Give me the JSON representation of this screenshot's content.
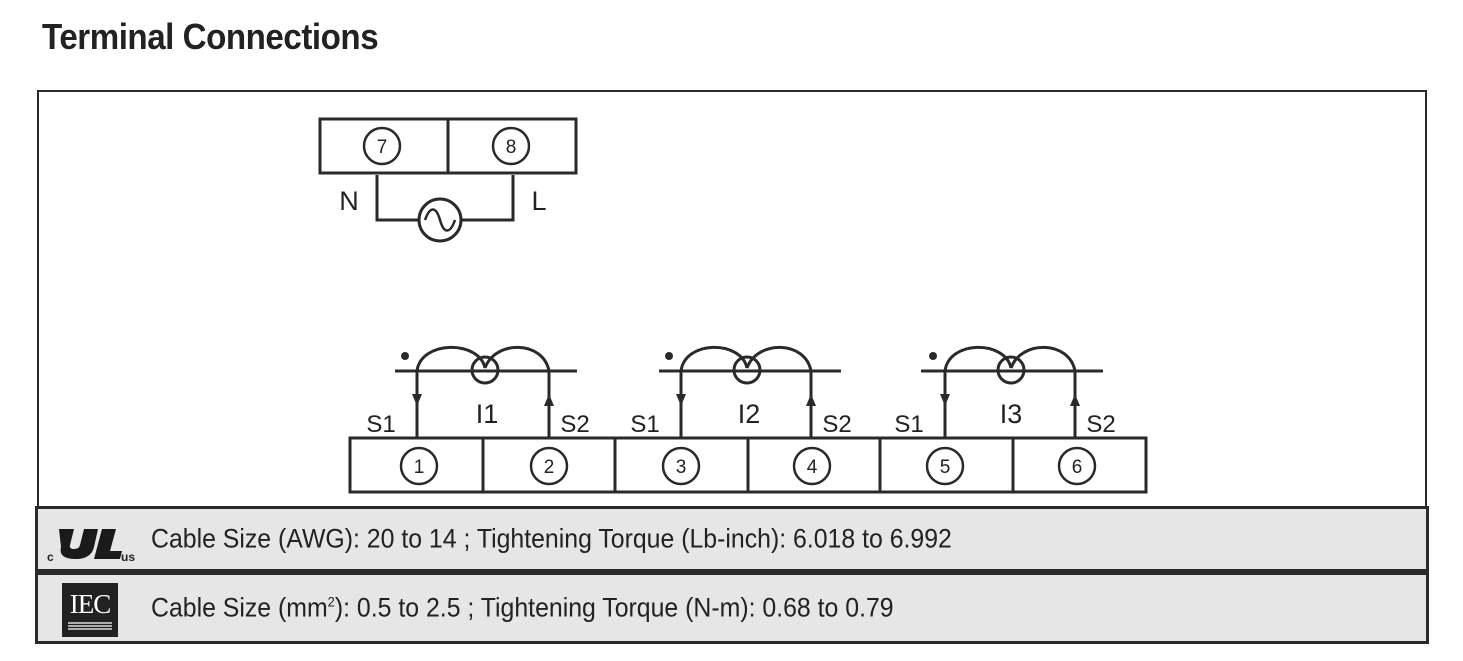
{
  "title": "Terminal Connections",
  "supply": {
    "terminals": [
      "7",
      "8"
    ],
    "neutral_label": "N",
    "line_label": "L"
  },
  "current_inputs": [
    {
      "label": "I1",
      "s1": "S1",
      "s2": "S2",
      "terminals": [
        "1",
        "2"
      ]
    },
    {
      "label": "I2",
      "s1": "S1",
      "s2": "S2",
      "terminals": [
        "3",
        "4"
      ]
    },
    {
      "label": "I3",
      "s1": "S1",
      "s2": "S2",
      "terminals": [
        "5",
        "6"
      ]
    }
  ],
  "specs": {
    "ul": {
      "logo_c": "c",
      "logo_us": "us",
      "text": "Cable Size (AWG): 20 to 14 ; Tightening Torque (Lb-inch): 6.018 to 6.992"
    },
    "iec": {
      "logo": "IEC",
      "text_before": "Cable Size (mm",
      "text_sup": "2",
      "text_after": "): 0.5 to 2.5 ; Tightening Torque (N-m): 0.68 to 0.79"
    }
  },
  "colors": {
    "line": "#2a2a2a",
    "band": "#e6e6e6"
  },
  "icons": [
    "ac-source-icon",
    "ct-coil-icon",
    "polarity-dot-icon",
    "ul-listed-logo",
    "iec-logo"
  ]
}
